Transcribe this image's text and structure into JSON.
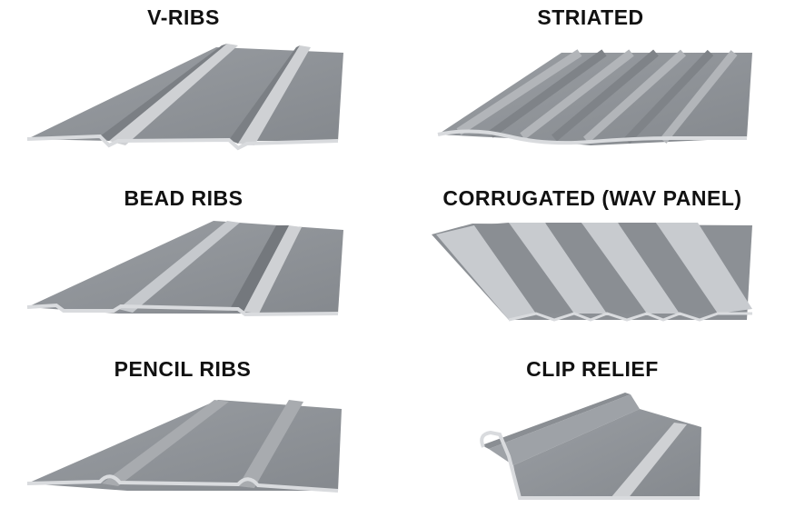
{
  "labels": {
    "v_ribs": "V-RIBS",
    "striated": "STRIATED",
    "bead_ribs": "BEAD RIBS",
    "corrugated": "CORRUGATED (WAV PANEL)",
    "pencil_ribs": "PENCIL RIBS",
    "clip_relief": "CLIP RELIEF"
  },
  "colors": {
    "face": "#8f9398",
    "face_dark": "#7b7f84",
    "highlight": "#c9ccd0",
    "edge": "#d6d8db",
    "shadow": "#6b6f74"
  },
  "panel_icons": [
    "v-ribs-panel",
    "striated-panel",
    "bead-ribs-panel",
    "corrugated-panel",
    "pencil-ribs-panel",
    "clip-relief-panel"
  ]
}
